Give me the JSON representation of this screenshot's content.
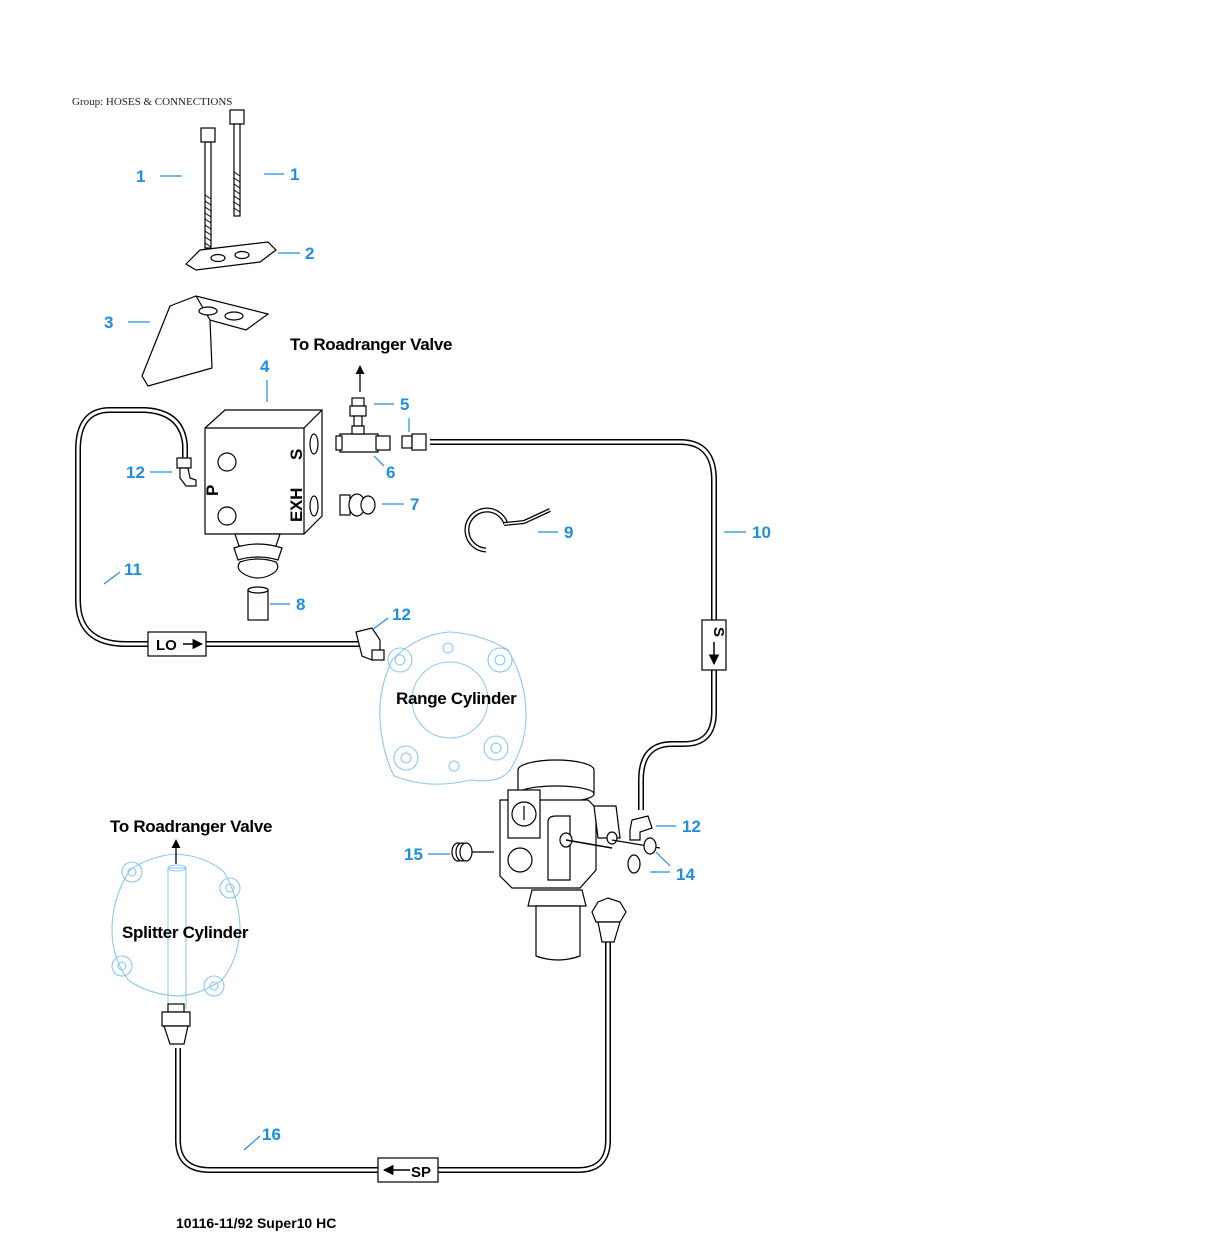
{
  "header": {
    "group": "Group: HOSES & CONNECTIONS"
  },
  "labels": {
    "to_roadranger_top": "To Roadranger Valve",
    "to_roadranger_left": "To Roadranger Valve",
    "range_cylinder": "Range Cylinder",
    "splitter_cylinder": "Splitter  Cylinder",
    "valve_s": "S",
    "valve_p": "P",
    "valve_exh": "EXH",
    "hose_lo": "LO",
    "hose_s": "S",
    "hose_sp": "SP"
  },
  "callouts": {
    "c1a": "1",
    "c1b": "1",
    "c2": "2",
    "c3": "3",
    "c4": "4",
    "c5": "5",
    "c6": "6",
    "c7": "7",
    "c8": "8",
    "c9": "9",
    "c10": "10",
    "c11": "11",
    "c12a": "12",
    "c12b": "12",
    "c12c": "12",
    "c14": "14",
    "c15": "15",
    "c16": "16"
  },
  "footer": {
    "drawing_id": "10116-11/92 Super10 HC"
  },
  "colors": {
    "callout": "#1e8fe0",
    "ghost": "#8cc8f0",
    "line": "#000000"
  }
}
